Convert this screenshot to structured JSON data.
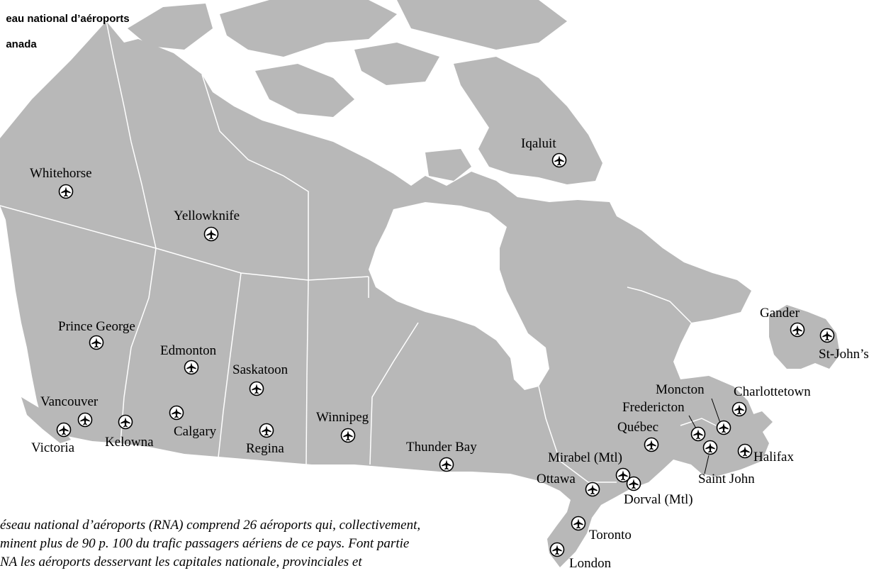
{
  "map": {
    "title_lines": [
      "eau national d’aéroports",
      "anada"
    ],
    "caption_lines": [
      "éseau national d’aéroports (RNA) comprend 26 aéroports qui, collectivement,",
      "minent plus de 90 p. 100 du trafic passagers aériens de ce pays. Font partie",
      "NA les aéroports desservant les capitales nationale, provinciales et"
    ],
    "land_color": "#b8b8b8",
    "water_color": "#ffffff",
    "border_color": "#ffffff",
    "icon_name": "airplane-icon",
    "airports": [
      {
        "name": "Whitehorse"
      },
      {
        "name": "Yellowknife"
      },
      {
        "name": "Iqaluit"
      },
      {
        "name": "Prince George"
      },
      {
        "name": "Edmonton"
      },
      {
        "name": "Saskatoon"
      },
      {
        "name": "Vancouver"
      },
      {
        "name": "Victoria"
      },
      {
        "name": "Kelowna"
      },
      {
        "name": "Calgary"
      },
      {
        "name": "Regina"
      },
      {
        "name": "Winnipeg"
      },
      {
        "name": "Thunder Bay"
      },
      {
        "name": "Gander"
      },
      {
        "name": "St-John’s"
      },
      {
        "name": "Moncton"
      },
      {
        "name": "Charlottetown"
      },
      {
        "name": "Fredericton"
      },
      {
        "name": "Québec"
      },
      {
        "name": "Mirabel (Mtl)"
      },
      {
        "name": "Saint John"
      },
      {
        "name": "Halifax"
      },
      {
        "name": "Ottawa"
      },
      {
        "name": "Dorval (Mtl)"
      },
      {
        "name": "Toronto"
      },
      {
        "name": "London"
      }
    ]
  }
}
